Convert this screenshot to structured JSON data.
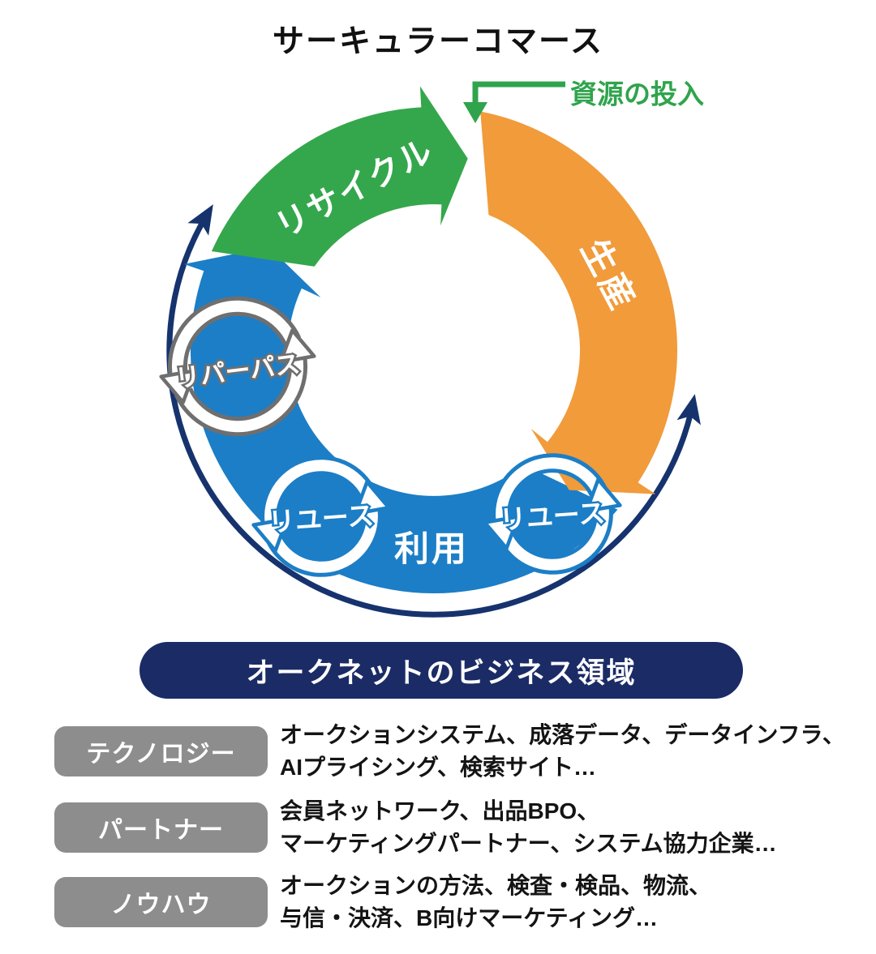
{
  "title": "サーキュラーコマース",
  "colors": {
    "green": "#34a74c",
    "orange": "#f19b3b",
    "blue": "#1c7ec6",
    "navy": "#16336e",
    "banner_navy": "#1b2b66",
    "label_gray": "#8d8d8d",
    "loop_gray": "#6f6f6f"
  },
  "cycle": {
    "input_label": "資源の投入",
    "segments": [
      {
        "id": "recycle",
        "label": "リサイクル",
        "color": "#34a74c"
      },
      {
        "id": "production",
        "label": "生産",
        "color": "#f19b3b"
      },
      {
        "id": "use",
        "label": "利用",
        "color": "#1c7ec6"
      }
    ],
    "loops": [
      {
        "id": "repurpose",
        "label": "リパーパス",
        "outline": "#6f6f6f"
      },
      {
        "id": "reuse-left",
        "label": "リユース",
        "outline": "#1c7ec6"
      },
      {
        "id": "reuse-right",
        "label": "リユース",
        "outline": "#1c7ec6"
      }
    ]
  },
  "business": {
    "banner": "オークネットのビジネス領域",
    "rows": [
      {
        "label": "テクノロジー",
        "line1": "オークションシステム、成落データ、データインフラ、",
        "line2": "AIプライシング、検索サイト…"
      },
      {
        "label": "パートナー",
        "line1": "会員ネットワーク、出品BPO、",
        "line2": "マーケティングパートナー、システム協力企業…"
      },
      {
        "label": "ノウハウ",
        "line1": "オークションの方法、検査・検品、物流、",
        "line2": "与信・決済、B向けマーケティング…"
      }
    ]
  }
}
